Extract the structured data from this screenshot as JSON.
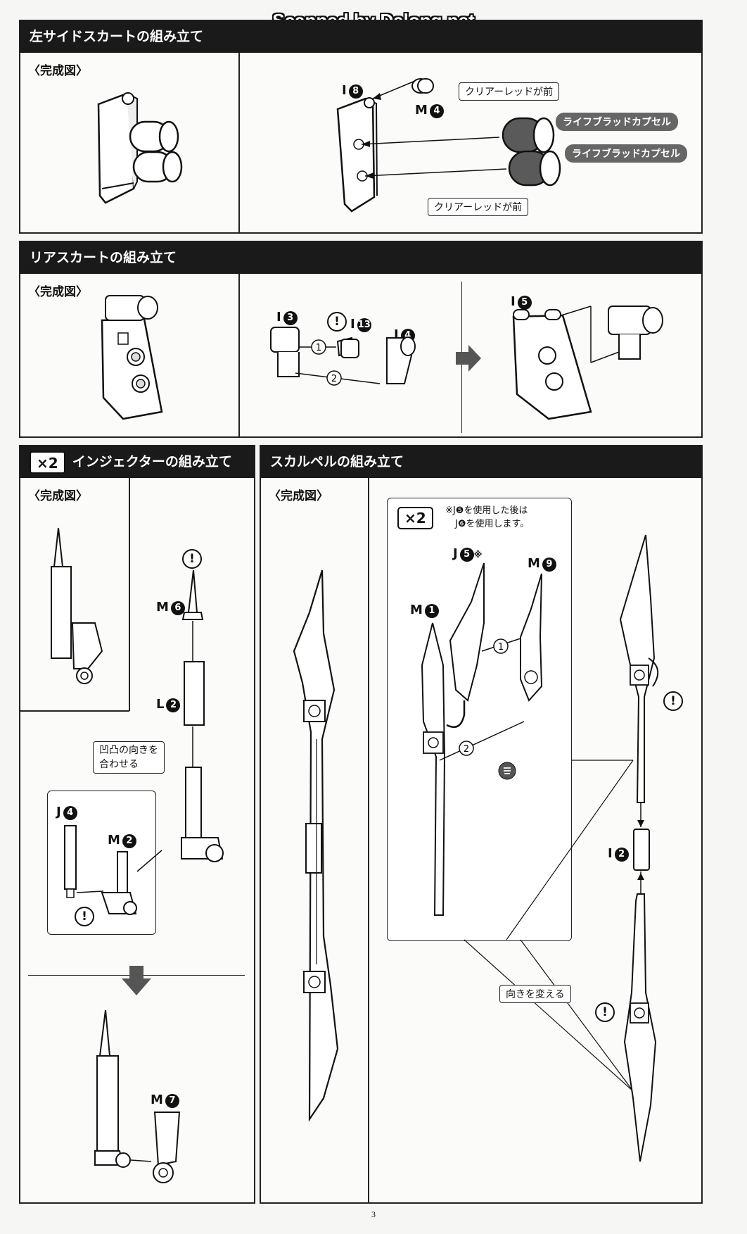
{
  "watermark": "Scanned by Dalong.net",
  "page_number": "3",
  "sections": {
    "left_side_skirt": {
      "title": "左サイドスカートの組み立て",
      "completed": "〈完成図〉",
      "parts": {
        "i8": "I",
        "i8_num": "8",
        "m4": "M",
        "m4_num": "4"
      },
      "callouts": {
        "clear_red_top": "クリアーレッドが前",
        "clear_red_bottom": "クリアーレッドが前",
        "capsule_1": "ライフブラッドカプセル",
        "capsule_2": "ライフブラッドカプセル"
      }
    },
    "rear_skirt": {
      "title": "リアスカートの組み立て",
      "completed": "〈完成図〉",
      "parts": {
        "i3": "I",
        "i3_num": "3",
        "i13": "I",
        "i13_num": "13",
        "i4": "I",
        "i4_num": "4",
        "i5": "I",
        "i5_num": "5"
      },
      "steps": {
        "s1": "1",
        "s2": "2"
      }
    },
    "injector": {
      "multiplier": "×2",
      "title": "インジェクターの組み立て",
      "completed": "〈完成図〉",
      "parts": {
        "m6": "M",
        "m6_num": "6",
        "l2": "L",
        "l2_num": "2",
        "j4": "J",
        "j4_num": "4",
        "m2": "M",
        "m2_num": "2",
        "m7": "M",
        "m7_num": "7"
      },
      "callout": "凹凸の向きを\n合わせる"
    },
    "scalpel": {
      "title": "スカルペルの組み立て",
      "completed": "〈完成図〉",
      "multiplier": "×2",
      "note_line1": "※J❺を使用した後は",
      "note_line2": "J❻を使用します。",
      "parts": {
        "j5": "J",
        "j5_num": "5",
        "j5_mark": "※",
        "m9": "M",
        "m9_num": "9",
        "m1": "M",
        "m1_num": "1",
        "i2": "I",
        "i2_num": "2"
      },
      "steps": {
        "s1": "1",
        "s2": "2"
      },
      "callout": "向きを変える"
    }
  },
  "warning_glyph": "!",
  "colors": {
    "header_bg": "#1a1a1a",
    "capsule_fill": "#5a5a5a",
    "arrow_fill": "#555555"
  },
  "icons": [
    "warning-icon",
    "next-arrow-icon",
    "down-arrow-icon",
    "sound-effect-icon"
  ]
}
